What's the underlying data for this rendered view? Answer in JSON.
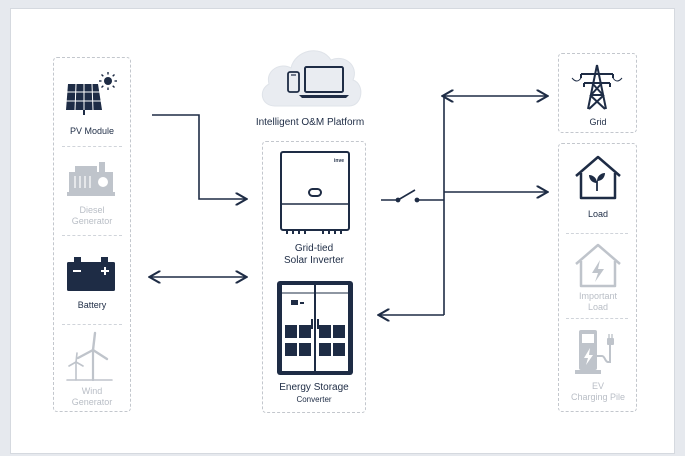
{
  "colors": {
    "primary": "#1e2c45",
    "faded": "#bfc4cb",
    "cloud": "#e9ecf1",
    "border": "#c3c7cd"
  },
  "platform": {
    "label": "Intelligent O&M Platform"
  },
  "sources": [
    {
      "label": "PV Module",
      "active": true,
      "icon": "solar-panel-icon"
    },
    {
      "label": "Diesel\nGenerator",
      "active": false,
      "icon": "diesel-generator-icon"
    },
    {
      "label": "Battery",
      "active": true,
      "icon": "battery-icon"
    },
    {
      "label": "Wind\nGenerator",
      "active": false,
      "icon": "wind-turbine-icon"
    }
  ],
  "center": {
    "inverter": {
      "label": "Grid-tied\nSolar Inverter",
      "brand": "inve"
    },
    "converter": {
      "label_main": "Energy Storage",
      "label_sub": "Converter"
    }
  },
  "grid": {
    "label": "Grid",
    "icon": "transmission-tower-icon"
  },
  "loads": [
    {
      "label": "Load",
      "active": true,
      "icon": "house-plant-icon"
    },
    {
      "label": "Important\nLoad",
      "active": false,
      "icon": "house-bolt-icon"
    },
    {
      "label": "EV\nCharging Pile",
      "active": false,
      "icon": "ev-charger-icon"
    }
  ]
}
